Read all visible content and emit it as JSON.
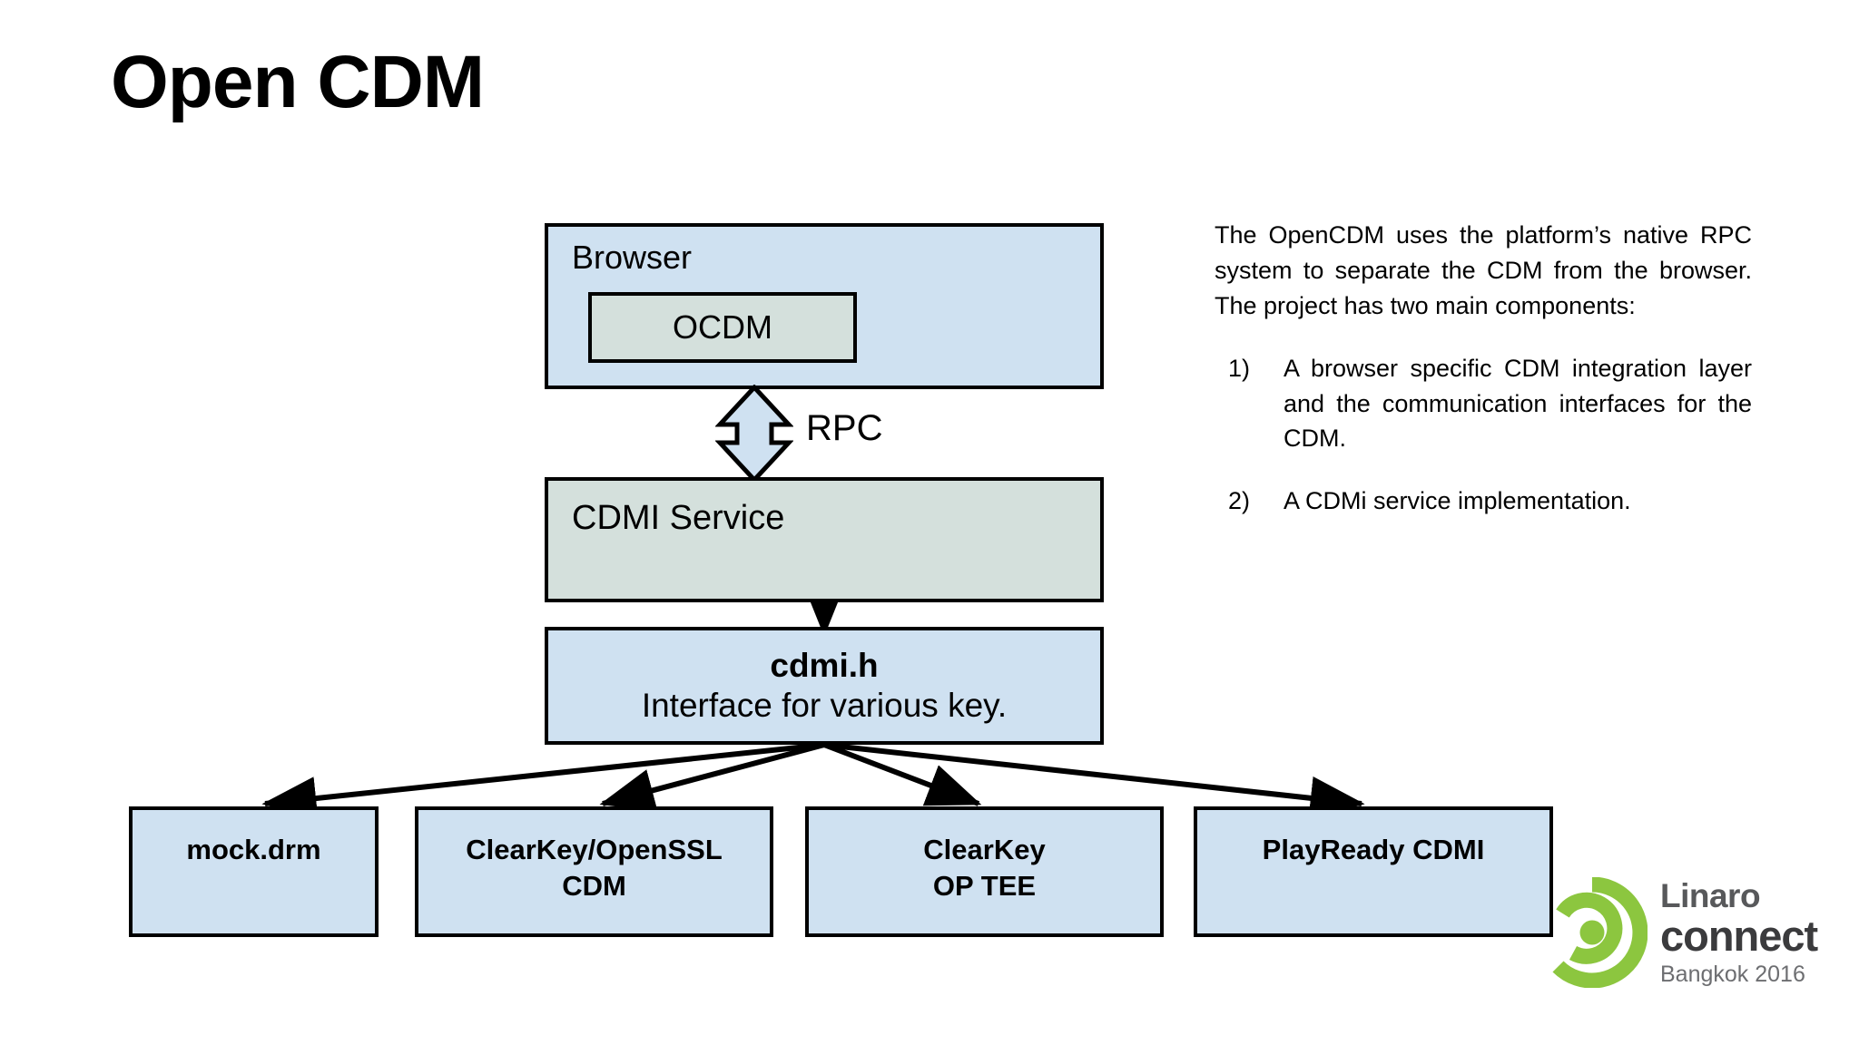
{
  "slide": {
    "title": "Open CDM"
  },
  "diagram": {
    "browser": {
      "label": "Browser",
      "inner": {
        "label": "OCDM"
      }
    },
    "rpc": {
      "label": "RPC",
      "arrow_icon": "double-headed-vertical-arrow-icon"
    },
    "cdmi_service": {
      "label": "CDMI Service"
    },
    "cdmih": {
      "title": "cdmi.h",
      "subtitle": "Interface for various key."
    },
    "leaves": [
      {
        "label": "mock.drm"
      },
      {
        "label": "ClearKey/OpenSSL\nCDM"
      },
      {
        "label": "ClearKey\nOP TEE"
      },
      {
        "label": "PlayReady CDMI"
      }
    ]
  },
  "notes": {
    "intro": "The OpenCDM uses the platform’s native RPC system to separate the CDM from the browser.  The project has two main components:",
    "items": [
      {
        "num": "1)",
        "text": "A browser specific CDM integration layer and the communication interfaces for the CDM."
      },
      {
        "num": "2)",
        "text": "A CDMi service implementation."
      }
    ]
  },
  "logo": {
    "mark": "linaro-spiral-icon",
    "line1": "Linaro",
    "line2": "connect",
    "line3": "Bangkok 2016"
  },
  "colors": {
    "box_blue": "#cfe1f1",
    "box_sage": "#d4e0dc",
    "outline": "#000000",
    "logo_green": "#8cc63f",
    "logo_gray": "#58595b",
    "logo_dark": "#3b3b3d",
    "logo_subtle": "#6d6e71"
  }
}
